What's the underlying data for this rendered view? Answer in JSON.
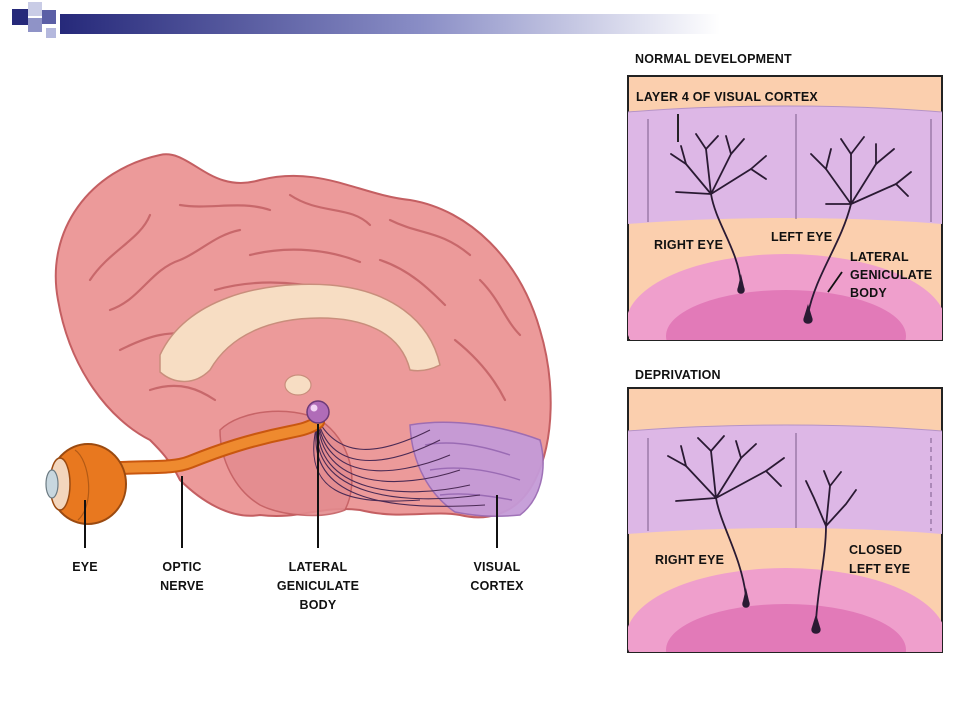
{
  "brain_labels": {
    "eye": "EYE",
    "optic_nerve": "OPTIC\nNERVE",
    "lgb": "LATERAL\nGENICULATE\nBODY",
    "visual_cortex": "VISUAL\nCORTEX"
  },
  "normal_panel": {
    "title": "NORMAL DEVELOPMENT",
    "layer": "LAYER 4 OF VISUAL CORTEX",
    "right_eye": "RIGHT EYE",
    "left_eye": "LEFT EYE",
    "lgb": "LATERAL\nGENICULATE\nBODY"
  },
  "deprivation_panel": {
    "title": "DEPRIVATION",
    "right_eye": "RIGHT EYE",
    "left_eye": "CLOSED\nLEFT EYE"
  },
  "colors": {
    "brain": "#ec9a9a",
    "optic_nerve": "#e8781f",
    "cortex": "#c59bd8",
    "panel_bg": "#fbcfae",
    "panel_band": "#ddb7e6",
    "lgb_region": "#ea8ec6"
  }
}
